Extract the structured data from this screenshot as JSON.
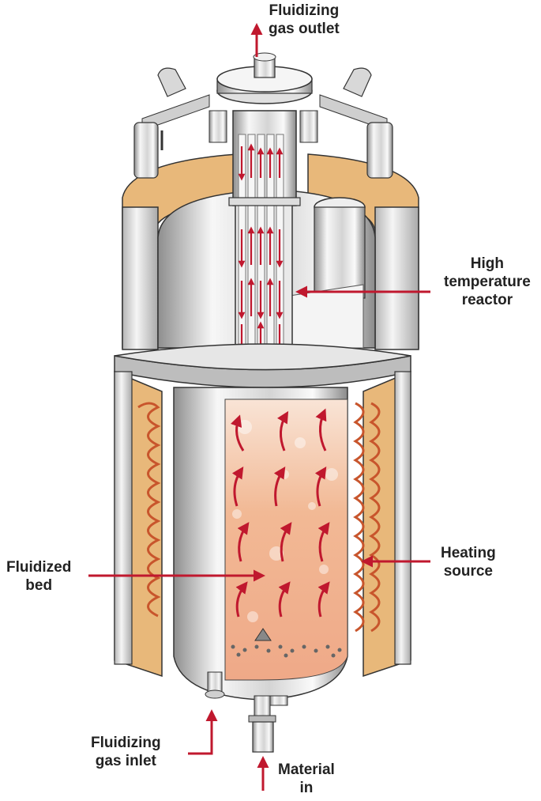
{
  "labels": {
    "gas_outlet": [
      "Fluidizing",
      "gas outlet"
    ],
    "reactor": [
      "High",
      "temperature",
      "reactor"
    ],
    "fluidized_bed": [
      "Fluidized",
      "bed"
    ],
    "heating_source": [
      "Heating",
      "source"
    ],
    "gas_inlet": [
      "Fluidizing",
      "gas inlet"
    ],
    "material_in": [
      "Material",
      "in"
    ]
  },
  "colors": {
    "arrow": "#c0182e",
    "insulation": "#e8b87a",
    "steel_light": "#f2f2f2",
    "steel_dark": "#9a9a9a",
    "bed": "#f3c2a4",
    "coil": "#c8552c",
    "outline": "#333333"
  }
}
